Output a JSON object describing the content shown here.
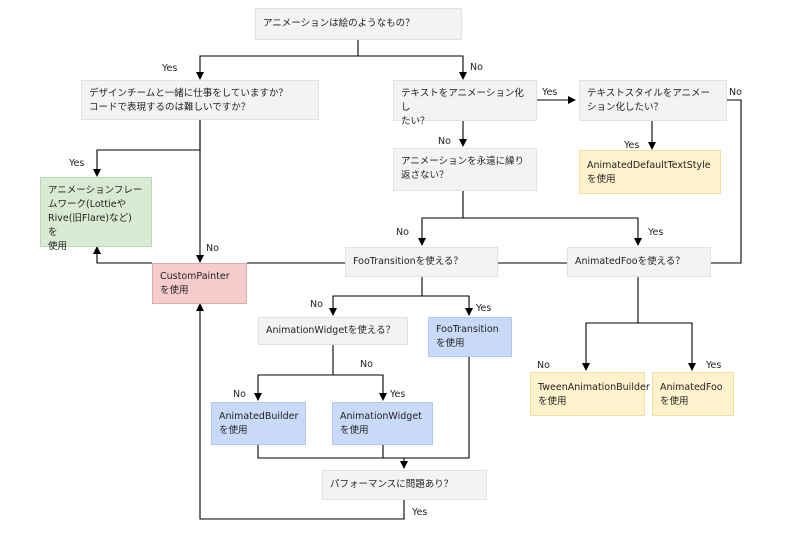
{
  "nodes": {
    "q1": "アニメーションは絵のようなもの？",
    "q_team": "デザインチームと一緒に仕事をしていますか？\nコードで表現するのは難しいですか？",
    "q_text": "テキストをアニメーション化し\nたい？",
    "q_textstyle": "テキストスタイルをアニメー\nション化したい？",
    "r_adts": "AnimatedDefaultTextStyle\nを使用",
    "q_repeat": "アニメーションを永遠に繰り\n返さない？",
    "r_framework": "アニメーションフレー\nムワーク(Lottieや\nRive(旧Flare)など) を\n使用",
    "q_footransition": "FooTransitionを使える？",
    "q_animatedfoo": "AnimatedFooを使える？",
    "r_custompainter": "CustomPainter\nを使用",
    "q_animwidget": "AnimationWidgetを使える？",
    "r_footransition": "FooTransition\nを使用",
    "r_tab": "TweenAnimationBuilder\nを使用",
    "r_animatedfoo": "AnimatedFoo\nを使用",
    "r_animbuilder": "AnimatedBuilder\nを使用",
    "r_animwidget": "AnimationWidget\nを使用",
    "q_perf": "パフォーマンスに問題あり？"
  },
  "labels": {
    "yes": "Yes",
    "no": "No"
  },
  "colors": {
    "question": "#f3f3f3",
    "result_yellow": "#fff2cc",
    "result_blue": "#c9daf8",
    "result_green": "#d9ead3",
    "result_red": "#f4cccc",
    "line": "#000000"
  }
}
